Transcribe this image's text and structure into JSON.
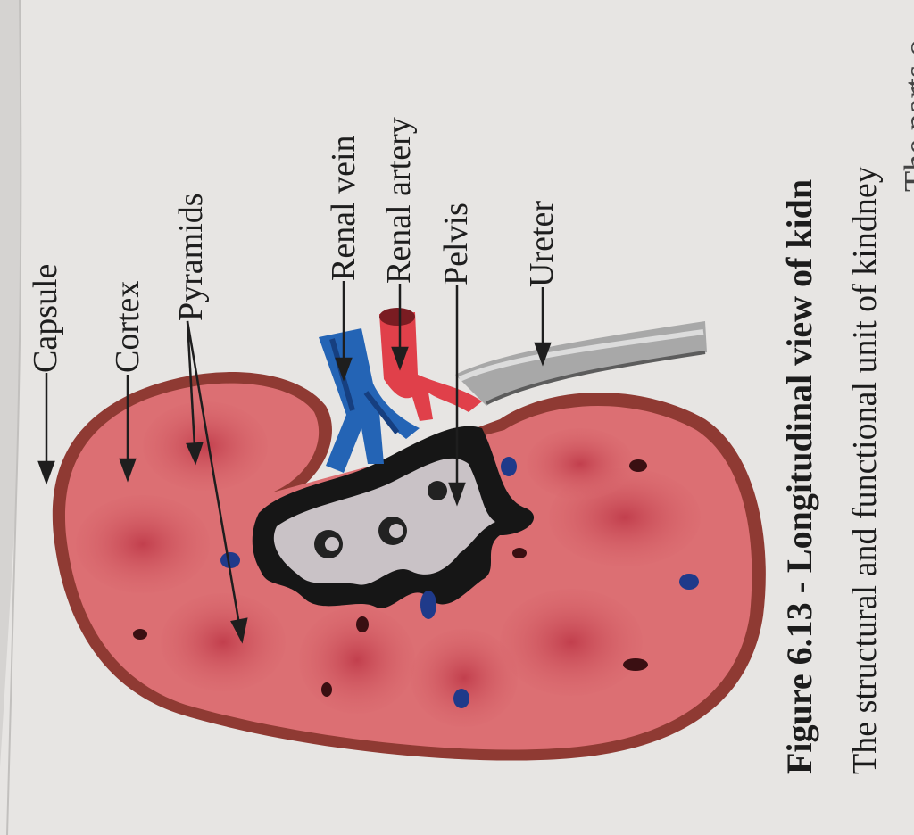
{
  "labels": {
    "capsule": "Capsule",
    "cortex": "Cortex",
    "pyramids": "Pyramids",
    "renal_vein": "Renal vein",
    "renal_artery": "Renal artery",
    "pelvis": "Pelvis",
    "ureter": "Ureter"
  },
  "caption": "Figure 6.13 - Longitudinal view of kidn",
  "body_text": [
    "The structural and functional unit of kindney",
    "The parts o"
  ],
  "colors": {
    "paper": "#e7e5e3",
    "kidney_cortex": "#dc6f73",
    "kidney_capsule": "#8f3a33",
    "pyramid": "#c74a55",
    "renal_vein": "#2464b5",
    "renal_artery": "#e0404a",
    "ureter": "#a8a8a8",
    "pelvis": "#c9c2c6"
  }
}
